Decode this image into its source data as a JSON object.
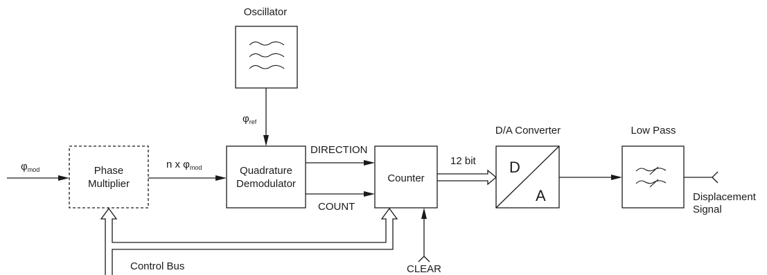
{
  "blocks": {
    "oscillator": "Oscillator",
    "phase_multiplier_line1": "Phase",
    "phase_multiplier_line2": "Multiplier",
    "quadrature_line1": "Quadrature",
    "quadrature_line2": "Demodulator",
    "counter": "Counter",
    "da_converter": "D/A Converter",
    "da_d": "D",
    "da_a": "A",
    "low_pass": "Low Pass"
  },
  "signals": {
    "phi_mod_symbol": "φ",
    "phi_mod_sub": "mod",
    "phi_ref_symbol": "φ",
    "phi_ref_sub": "ref",
    "n_times_prefix": "n x φ",
    "n_times_sub": "mod",
    "direction": "DIRECTION",
    "count": "COUNT",
    "bits": "12 bit",
    "clear": "CLEAR",
    "control_bus": "Control Bus",
    "output_line1": "Displacement",
    "output_line2": "Signal"
  }
}
